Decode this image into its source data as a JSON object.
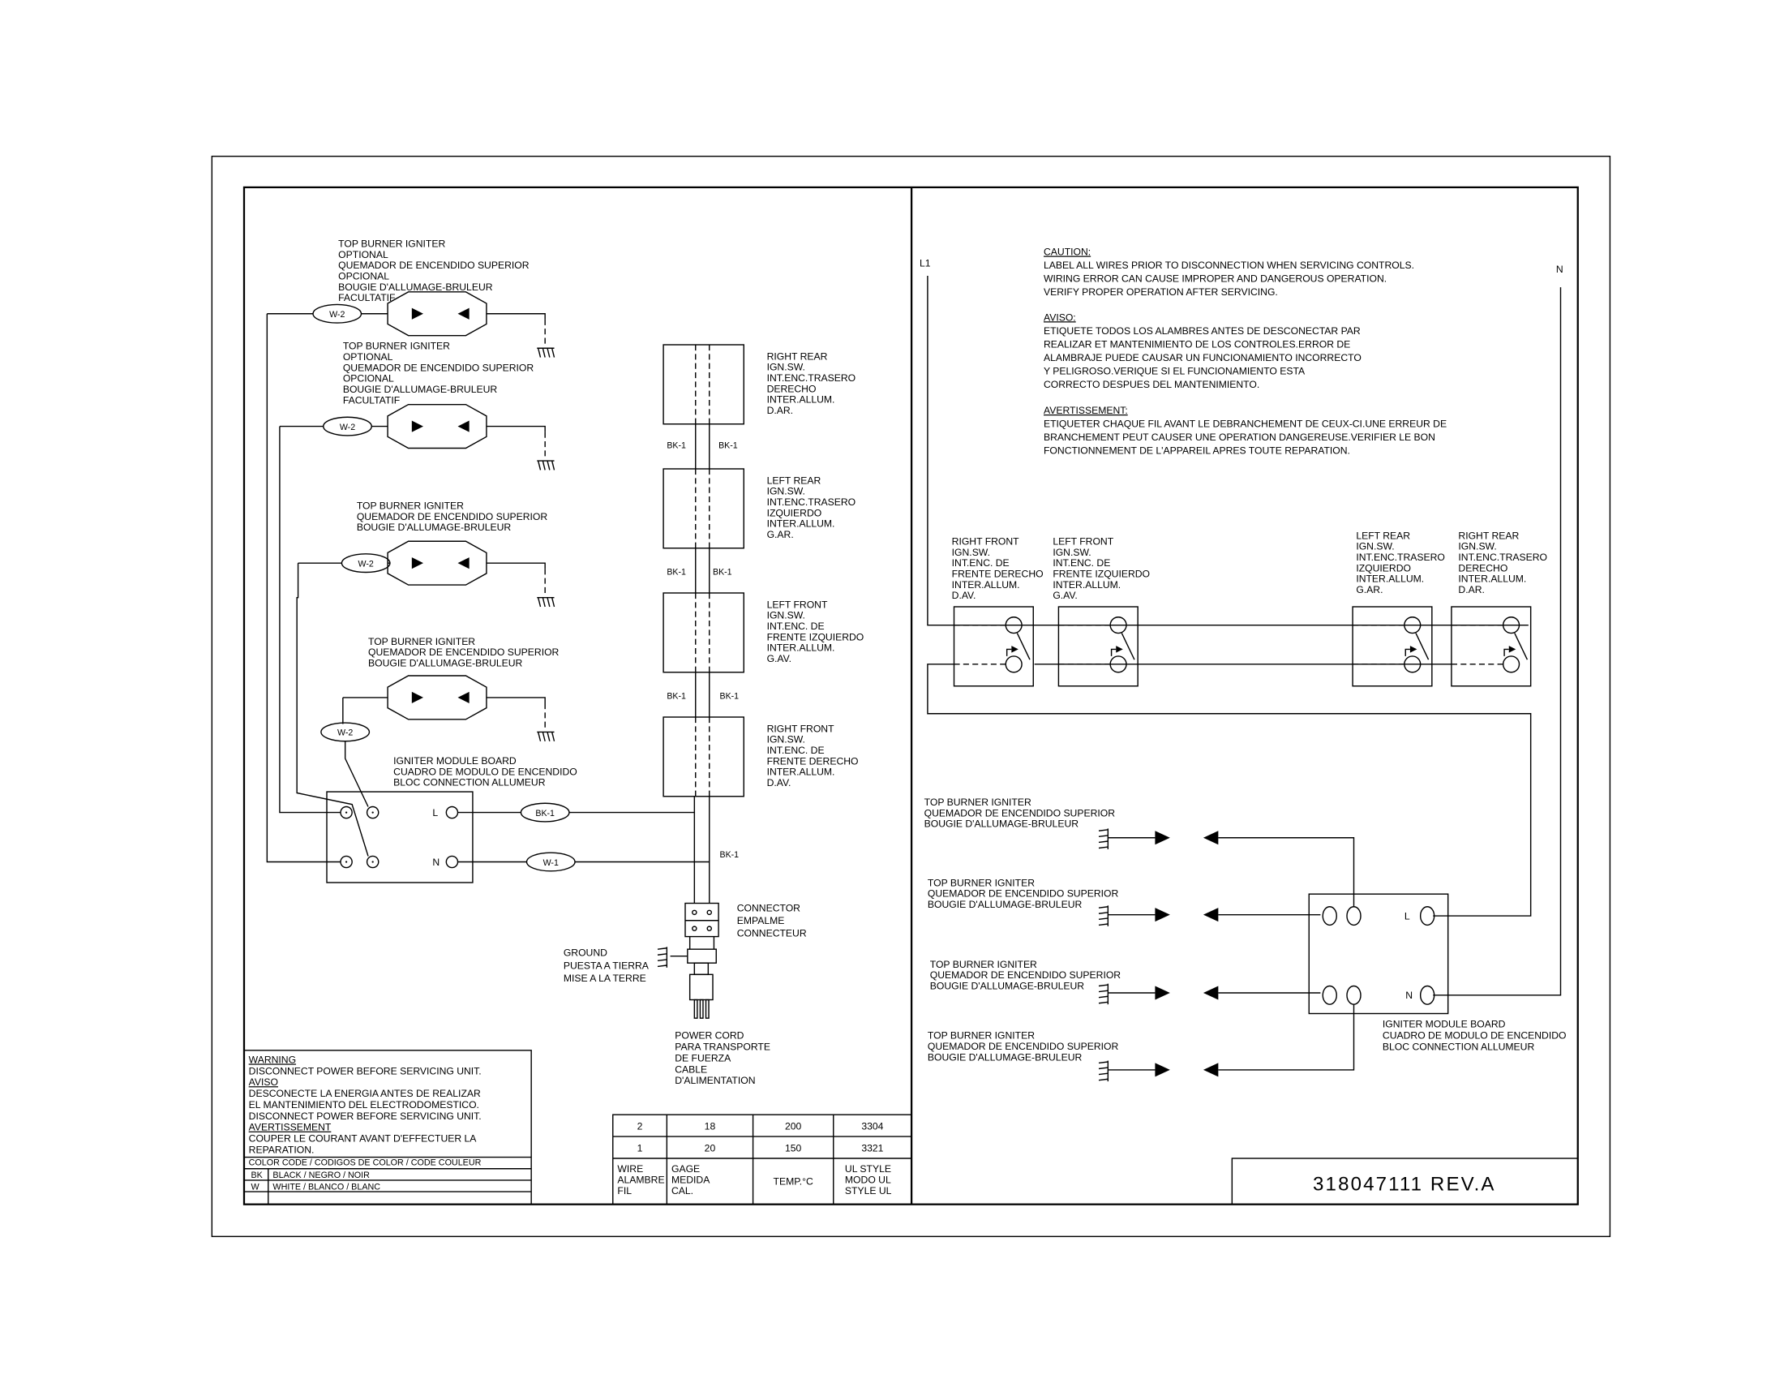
{
  "document": {
    "part_number": "318047111 REV.A",
    "colors": {
      "ink": "#000000",
      "paper": "#ffffff"
    }
  },
  "left": {
    "igniters": [
      {
        "wire": "W-2",
        "lines": [
          "TOP BURNER IGNITER",
          "OPTIONAL",
          "QUEMADOR DE ENCENDIDO SUPERIOR",
          "OPCIONAL",
          "BOUGIE D'ALLUMAGE-BRULEUR",
          "FACULTATIF"
        ]
      },
      {
        "wire": "W-2",
        "lines": [
          "TOP BURNER IGNITER",
          "OPTIONAL",
          "QUEMADOR DE ENCENDIDO SUPERIOR",
          "OPCIONAL",
          "BOUGIE D'ALLUMAGE-BRULEUR",
          "FACULTATIF"
        ]
      },
      {
        "wire": "W-2",
        "lines": [
          "TOP BURNER IGNITER",
          "QUEMADOR DE ENCENDIDO SUPERIOR",
          "BOUGIE D'ALLUMAGE-BRULEUR"
        ]
      },
      {
        "wire": "W-2",
        "lines": [
          "TOP BURNER IGNITER",
          "QUEMADOR DE ENCENDIDO SUPERIOR",
          "BOUGIE D'ALLUMAGE-BRULEUR"
        ]
      }
    ],
    "module_board": {
      "lines": [
        "IGNITER MODULE BOARD",
        "CUADRO DE MODULO DE ENCENDIDO",
        "BLOC CONNECTION ALLUMEUR"
      ],
      "terminal_l": "L",
      "terminal_n": "N",
      "wire_l": "BK-1",
      "wire_n": "W-1"
    },
    "switches": [
      {
        "lines": [
          "RIGHT REAR",
          "IGN.SW.",
          "INT.ENC.TRASERO",
          "DERECHO",
          "INTER.ALLUM.",
          "D.AR."
        ]
      },
      {
        "lines": [
          "LEFT REAR",
          "IGN.SW.",
          "INT.ENC.TRASERO",
          "IZQUIERDO",
          "INTER.ALLUM.",
          "G.AR."
        ]
      },
      {
        "lines": [
          "LEFT FRONT",
          "IGN.SW.",
          "INT.ENC.  DE",
          "FRENTE IZQUIERDO",
          "INTER.ALLUM.",
          "G.AV."
        ]
      },
      {
        "lines": [
          "RIGHT FRONT",
          "IGN.SW.",
          "INT.ENC.  DE",
          "FRENTE DERECHO",
          "INTER.ALLUM.",
          "D.AV."
        ]
      }
    ],
    "switch_wire_labels": [
      "BK-1",
      "BK-1",
      "BK-1",
      "BK-1",
      "BK-1",
      "BK-1",
      "BK-1"
    ],
    "connector": [
      "CONNECTOR",
      "EMPALME",
      "CONNECTEUR"
    ],
    "ground": [
      "GROUND",
      "PUESTA A TIERRA",
      "MISE A LA TERRE"
    ],
    "power_cord": [
      "POWER CORD",
      "PARA TRANSPORTE",
      "DE FUERZA",
      "CABLE",
      "D'ALIMENTATION"
    ],
    "warning": [
      "WARNING",
      "DISCONNECT POWER BEFORE SERVICING UNIT.",
      "AVISO",
      "DESCONECTE LA ENERGIA ANTES DE REALIZAR",
      "EL MANTENIMIENTO DEL ELECTRODOMESTICO.",
      "DISCONNECT POWER BEFORE SERVICING UNIT.",
      "AVERTISSEMENT",
      "COUPER LE COURANT AVANT D'EFFECTUER LA",
      "REPARATION."
    ],
    "color_code": {
      "header": "COLOR CODE / CODIGOS DE COLOR / CODE COULEUR",
      "rows": [
        {
          "code": "BK",
          "name": "BLACK /  NEGRO / NOIR"
        },
        {
          "code": "W",
          "name": "WHITE / BLANCO / BLANC"
        }
      ]
    },
    "wire_table": {
      "rows": [
        [
          "2",
          "18",
          "200",
          "3304"
        ],
        [
          "1",
          "20",
          "150",
          "3321"
        ]
      ],
      "headers": [
        [
          "WIRE",
          "ALAMBRE",
          "FIL"
        ],
        [
          "GAGE",
          "MEDIDA",
          "CAL."
        ],
        [
          "TEMP.°C"
        ],
        [
          "UL STYLE",
          "MODO UL",
          "STYLE UL"
        ]
      ]
    }
  },
  "right": {
    "l1": "L1",
    "n": "N",
    "caution": {
      "title": "CAUTION:",
      "lines": [
        "LABEL ALL WIRES PRIOR TO DISCONNECTION WHEN SERVICING CONTROLS.",
        "WIRING ERROR CAN CAUSE IMPROPER AND DANGEROUS OPERATION.",
        "VERIFY PROPER OPERATION AFTER SERVICING."
      ]
    },
    "aviso": {
      "title": "AVISO:",
      "lines": [
        "ETIQUETE TODOS LOS ALAMBRES ANTES DE DESCONECTAR PAR",
        "REALIZAR ET MANTENIMIENTO DE LOS CONTROLES.ERROR DE",
        "ALAMBRAJE PUEDE CAUSAR UN FUNCIONAMIENTO INCORRECTO",
        "Y PELIGROSO.VERIQUE SI EL FUNCIONAMIENTO ESTA",
        "CORRECTO DESPUES DEL MANTENIMIENTO."
      ]
    },
    "avertissement": {
      "title": "AVERTISSEMENT:",
      "lines": [
        "ETIQUETER CHAQUE FIL AVANT LE DEBRANCHEMENT DE CEUX-CI.UNE ERREUR DE",
        "BRANCHEMENT PEUT CAUSER UNE OPERATION DANGEREUSE.VERIFIER LE BON",
        "FONCTIONNEMENT DE L'APPAREIL APRES TOUTE REPARATION."
      ]
    },
    "switches": [
      {
        "lines": [
          "RIGHT FRONT",
          "IGN.SW.",
          "INT.ENC.  DE",
          "FRENTE DERECHO",
          "INTER.ALLUM.",
          "D.AV."
        ]
      },
      {
        "lines": [
          "LEFT FRONT",
          "IGN.SW.",
          "INT.ENC.  DE",
          "FRENTE IZQUIERDO",
          "INTER.ALLUM.",
          "G.AV."
        ]
      },
      {
        "lines": [
          "LEFT REAR",
          "IGN.SW.",
          "INT.ENC.TRASERO",
          "IZQUIERDO",
          "INTER.ALLUM.",
          "G.AR."
        ]
      },
      {
        "lines": [
          "RIGHT REAR",
          "IGN.SW.",
          "INT.ENC.TRASERO",
          "DERECHO",
          "INTER.ALLUM.",
          "D.AR."
        ]
      }
    ],
    "igniters": [
      {
        "lines": [
          "TOP BURNER IGNITER",
          "QUEMADOR DE ENCENDIDO SUPERIOR",
          "BOUGIE D'ALLUMAGE-BRULEUR"
        ]
      },
      {
        "lines": [
          "TOP BURNER IGNITER",
          "QUEMADOR DE ENCENDIDO SUPERIOR",
          "BOUGIE D'ALLUMAGE-BRULEUR"
        ]
      },
      {
        "lines": [
          "TOP BURNER IGNITER",
          "QUEMADOR DE ENCENDIDO SUPERIOR",
          "BOUGIE D'ALLUMAGE-BRULEUR"
        ]
      },
      {
        "lines": [
          "TOP BURNER IGNITER",
          "QUEMADOR DE ENCENDIDO SUPERIOR",
          "BOUGIE D'ALLUMAGE-BRULEUR"
        ]
      }
    ],
    "module_board": {
      "lines": [
        "IGNITER MODULE BOARD",
        "CUADRO DE MODULO DE ENCENDIDO",
        "BLOC CONNECTION ALLUMEUR"
      ],
      "terminal_l": "L",
      "terminal_n": "N"
    }
  }
}
